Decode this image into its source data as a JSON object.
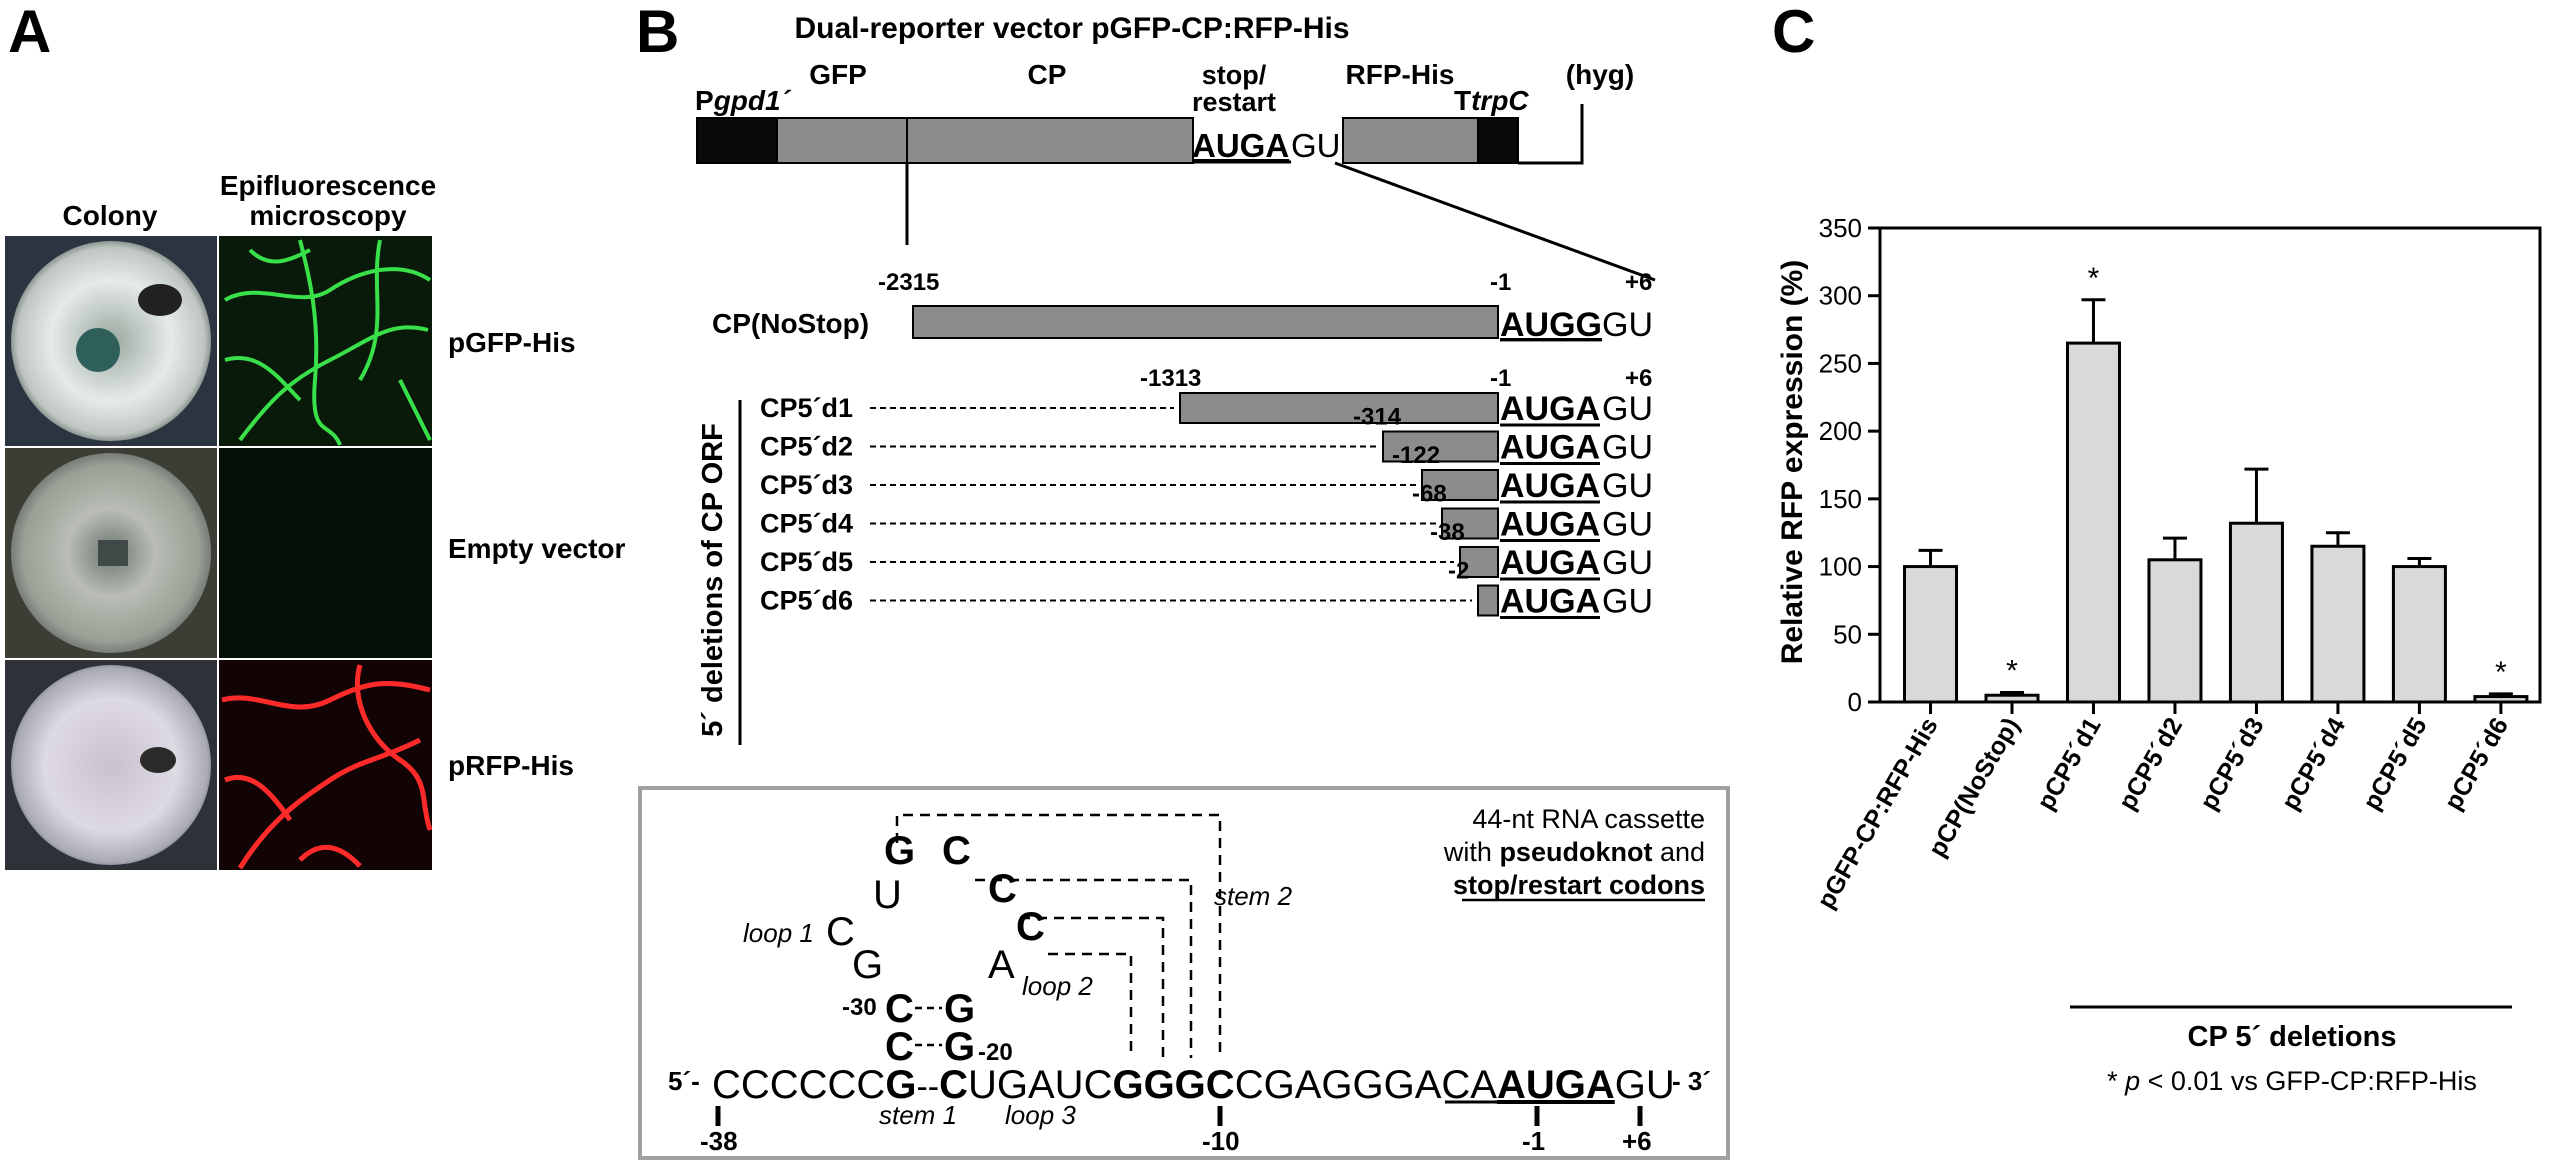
{
  "panel_a": {
    "letter": "A",
    "col1": "Colony",
    "col2_line1": "Epifluorescence",
    "col2_line2": "microscopy",
    "rows": [
      "pGFP-His",
      "Empty vector",
      "pRFP-His"
    ]
  },
  "panel_b": {
    "letter": "B",
    "title": "Dual-reporter vector pGFP-CP:RFP-His",
    "vector": {
      "pgpd_p": "P",
      "pgpd_it": "gpd1´",
      "gfp": "GFP",
      "cp": "CP",
      "stop1": "stop/",
      "stop2": "restart",
      "rfp": "RFP-His",
      "ttrp_t": "T",
      "ttrp_it": "trpC",
      "hyg": "(hyg)",
      "codon": "AUGA",
      "tail": "GU"
    },
    "nostop": {
      "label": "CP(NoStop)",
      "left_num": "-2315",
      "right_num": "-1",
      "end_num": "+6",
      "codon": "AUGG",
      "tail": "GU"
    },
    "side_label": "5´ deletions of CP ORF",
    "deletions": [
      {
        "label": "CP5´d1",
        "num": "-1313",
        "codon": "AUGA",
        "tail": "GU",
        "minus1": "-1",
        "plus6": "+6"
      },
      {
        "label": "CP5´d2",
        "num": "-314",
        "codon": "AUGA",
        "tail": "GU"
      },
      {
        "label": "CP5´d3",
        "num": "-122",
        "codon": "AUGA",
        "tail": "GU"
      },
      {
        "label": "CP5´d4",
        "num": "-68",
        "codon": "AUGA",
        "tail": "GU"
      },
      {
        "label": "CP5´d5",
        "num": "-38",
        "codon": "AUGA",
        "tail": "GU"
      },
      {
        "label": "CP5´d6",
        "num": "-2",
        "codon": "AUGA",
        "tail": "GU"
      }
    ],
    "cassette": {
      "desc1": "44-nt RNA cassette",
      "desc2a": "with ",
      "desc2b": "pseudoknot",
      "desc2c": " and",
      "desc3": "stop/restart codons",
      "loop1": "loop 1",
      "loop2": "loop 2",
      "loop3": "loop 3",
      "stem1": "stem 1",
      "stem2": "stem 2",
      "n_G_top": "G",
      "n_C_top": "C",
      "n_U": "U",
      "n_C_l": "C",
      "n_G_l": "G",
      "n_C2": "C",
      "n_C3": "C",
      "n_A": "A",
      "n_C30": "C",
      "n_G30": "G",
      "n_C20": "C",
      "n_G20": "G",
      "m30": "-30",
      "m20": "-20",
      "five": "5´-",
      "three": "- 3´",
      "s1": "CCCCCC",
      "s2": "G",
      "s3": "--",
      "s4": "C",
      "s5": "UGAUC",
      "s6": "GGGC",
      "s7": "CGAGGGACA",
      "s8": "AUGA",
      "s9": "GU",
      "p38": "-38",
      "p10": "-10",
      "p1": "-1",
      "p6": "+6"
    }
  },
  "panel_c": {
    "letter": "C",
    "group_label": "CP 5´ deletions",
    "footnote_a": "* ",
    "footnote_p": "p",
    "footnote_b": " < 0.01 vs GFP-CP:RFP-His"
  },
  "chart_data": {
    "type": "bar",
    "ylabel": "Relative RFP expression (%)",
    "ylim": [
      0,
      350
    ],
    "yticks": [
      0,
      50,
      100,
      150,
      200,
      250,
      300,
      350
    ],
    "categories": [
      "pGFP-CP:RFP-His",
      "pCP(NoStop)",
      "pCP5´d1",
      "pCP5´d2",
      "pCP5´d3",
      "pCP5´d4",
      "pCP5´d5",
      "pCP5´d6"
    ],
    "values": [
      100,
      5,
      265,
      105,
      132,
      115,
      100,
      4
    ],
    "errors": [
      12,
      2,
      32,
      16,
      40,
      10,
      6,
      2
    ],
    "significant": [
      "",
      "*",
      "*",
      "",
      "",
      "",
      "",
      "*"
    ],
    "bar_color": "#d9d9d9"
  }
}
